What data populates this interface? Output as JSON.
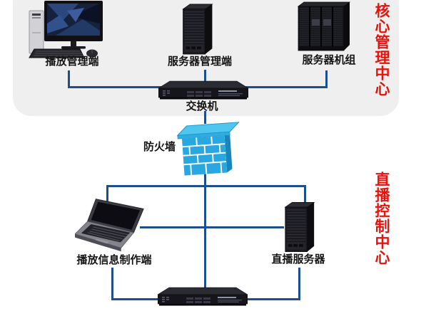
{
  "diagram_type": "network-topology",
  "zones": {
    "core": {
      "label": "核心管理中心",
      "color": "#e8120b"
    },
    "live": {
      "label": "直播控制中心",
      "color": "#e8120b"
    }
  },
  "nodes": {
    "playback_mgmt": {
      "label": "播放管理端",
      "icon": "desktop-computer-icon"
    },
    "server_mgmt": {
      "label": "服务器管理端",
      "icon": "server-tower-icon"
    },
    "server_cluster": {
      "label": "服务器机组",
      "icon": "server-rack-icon"
    },
    "core_switch": {
      "label": "交换机",
      "icon": "network-switch-icon"
    },
    "firewall": {
      "label": "防火墙",
      "icon": "firewall-brick-wall-icon"
    },
    "production_terminal": {
      "label": "播放信息制作端",
      "icon": "laptop-icon"
    },
    "live_server": {
      "label": "直播服务器",
      "icon": "server-tower-icon"
    },
    "live_switch": {
      "label": "",
      "icon": "network-switch-icon"
    }
  },
  "connections": [
    {
      "from": "playback_mgmt",
      "to": "core_switch"
    },
    {
      "from": "server_mgmt",
      "to": "core_switch"
    },
    {
      "from": "server_cluster",
      "to": "core_switch"
    },
    {
      "from": "core_switch",
      "to": "firewall"
    },
    {
      "from": "firewall",
      "to": "production_terminal"
    },
    {
      "from": "firewall",
      "to": "live_server"
    },
    {
      "from": "production_terminal",
      "to": "live_server"
    },
    {
      "from": "production_terminal",
      "to": "live_switch"
    },
    {
      "from": "live_server",
      "to": "live_switch"
    },
    {
      "from": "firewall",
      "to": "live_switch"
    }
  ],
  "colors": {
    "connection_line": "#1d4f8f",
    "zone_label_red": "#e8120b",
    "core_panel_bg": "#efefef",
    "firewall_blue": "#29a7e0",
    "firewall_cap_blue": "#4ec6f0",
    "device_dark": "#17171c",
    "label_text": "#151515"
  }
}
